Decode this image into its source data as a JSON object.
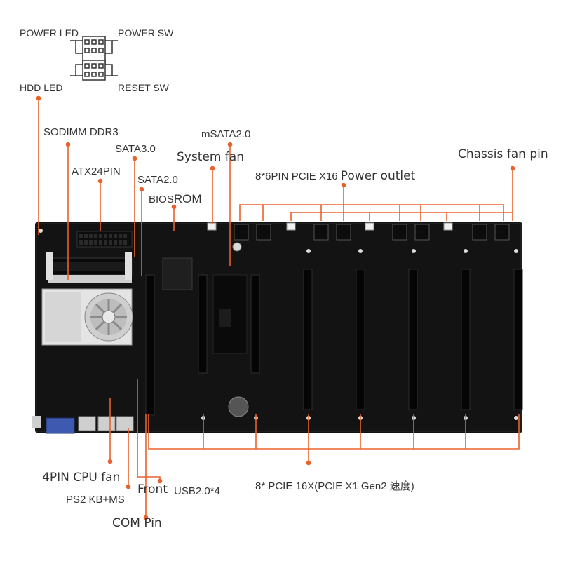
{
  "labels": {
    "power_led": "POWER LED",
    "power_sw": "POWER SW",
    "hdd_led": "HDD  LED",
    "reset_sw": "RESET SW",
    "sodimm": "SODIMM DDR3",
    "sata3": "SATA3.0",
    "atx24": "ATX24PIN",
    "sata2": "SATA2.0",
    "biosrom_a": "BIOS",
    "biosrom_b": "ROM",
    "msata": "mSATA2.0",
    "system_fan": "System fan",
    "pcie_power_a": "8*6PIN PCIE X16 ",
    "pcie_power_b": "Power outlet",
    "chassis_fan": "Chassis fan pin",
    "cpu_fan": "4PIN CPU fan",
    "ps2": "PS2 KB+MS",
    "front": "Front",
    "usb": "USB2.0*4",
    "com": "COM Pin",
    "pcie_slots": "8* PCIE 16X(PCIE X1 Gen2 速度)"
  },
  "colors": {
    "board": "#121212",
    "leader": "#e8622c",
    "slot": "#050505",
    "heatsink": "#e6e6e6"
  }
}
